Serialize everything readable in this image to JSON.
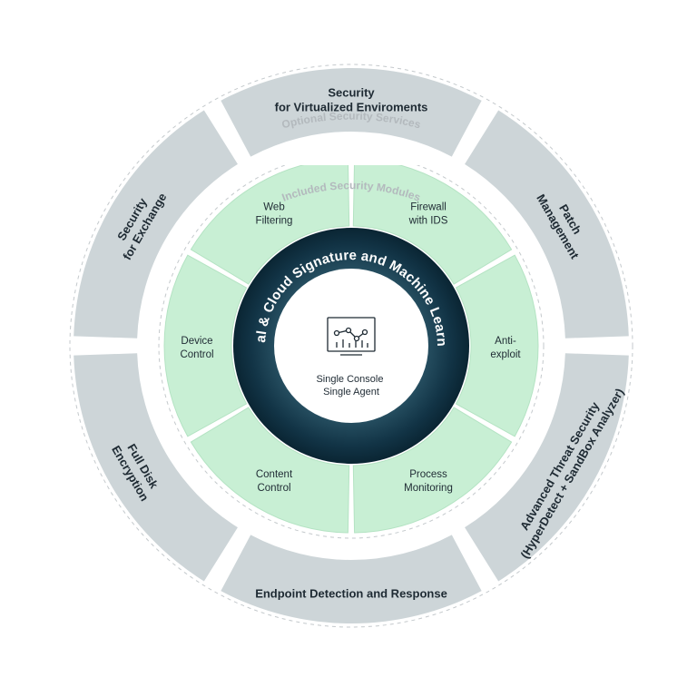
{
  "captions": {
    "outer": "Optional Security Services",
    "inner": "Included Security Modules"
  },
  "outer_segments": [
    {
      "id": "virtualized",
      "lines": [
        "Security",
        "for Virtualized Enviroments"
      ]
    },
    {
      "id": "patch",
      "lines": [
        "Patch",
        "Management"
      ]
    },
    {
      "id": "advanced-threat",
      "lines": [
        "Advanced Threat Security",
        "(HyperDetect + SandBox Analyzer)"
      ]
    },
    {
      "id": "edr",
      "lines": [
        "Endpoint Detection and Response"
      ]
    },
    {
      "id": "disk-encryption",
      "lines": [
        "Full Disk",
        "Encryption"
      ]
    },
    {
      "id": "exchange",
      "lines": [
        "Security",
        "for Exchange"
      ]
    }
  ],
  "inner_segments": [
    {
      "id": "firewall",
      "lines": [
        "Firewall",
        "with IDS"
      ]
    },
    {
      "id": "anti-exploit",
      "lines": [
        "Anti-",
        "exploit"
      ]
    },
    {
      "id": "process-monitoring",
      "lines": [
        "Process",
        "Monitoring"
      ]
    },
    {
      "id": "content-control",
      "lines": [
        "Content",
        "Control"
      ]
    },
    {
      "id": "device-control",
      "lines": [
        "Device",
        "Control"
      ]
    },
    {
      "id": "web-filtering",
      "lines": [
        "Web",
        "Filtering"
      ]
    }
  ],
  "core": {
    "ring_text": "Local & Cloud Signature and Machine Learning",
    "center_lines": [
      "Single Console",
      "Single Agent"
    ],
    "icon": "monitor-chart-icon"
  },
  "colors": {
    "outer_segment": "#cdd5d8",
    "inner_segment": "#c8efd4",
    "core_ring": "#0e2e3d",
    "text": "#1e2a33",
    "caption": "#b3b9bd"
  }
}
